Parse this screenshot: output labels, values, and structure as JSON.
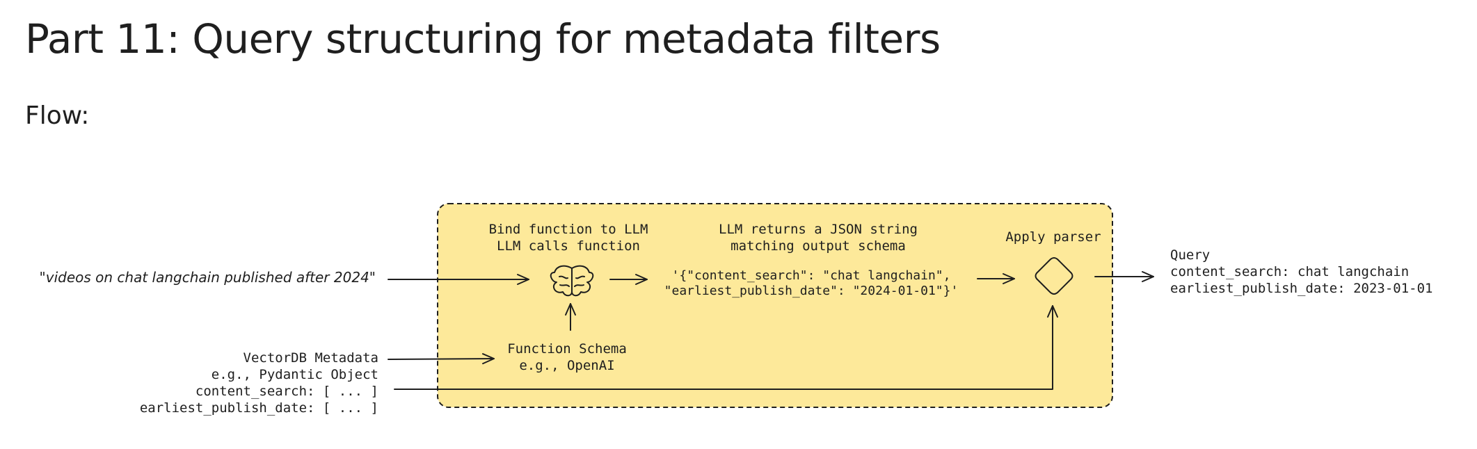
{
  "page": {
    "title": "Part 11: Query structuring for metadata filters",
    "flow_label": "Flow:"
  },
  "diagram": {
    "colors": {
      "panel_fill": "#fde99a",
      "panel_stroke": "#1e1e1e",
      "ink": "#1e1e1e"
    },
    "user_query": "\"videos on chat langchain published after 2024\"",
    "bind_step": {
      "line1": "Bind function to LLM",
      "line2": "LLM calls function",
      "icon": "brain-icon"
    },
    "function_schema": {
      "line1": "Function Schema",
      "line2": "e.g., OpenAI"
    },
    "llm_returns": {
      "header1": "LLM returns a JSON string",
      "header2": "matching output schema",
      "json1": "'{\"content_search\": \"chat langchain\",",
      "json2": "\"earliest_publish_date\": \"2024-01-01\"}'"
    },
    "parser": {
      "label": "Apply parser",
      "icon": "diamond-icon"
    },
    "metadata": {
      "line1": "VectorDB Metadata",
      "line2": "e.g., Pydantic Object",
      "line3": "content_search: [ ... ]",
      "line4": "earliest_publish_date: [ ... ]"
    },
    "output": {
      "line1": "Query",
      "line2": "content_search: chat langchain",
      "line3": "earliest_publish_date: 2023-01-01"
    }
  }
}
